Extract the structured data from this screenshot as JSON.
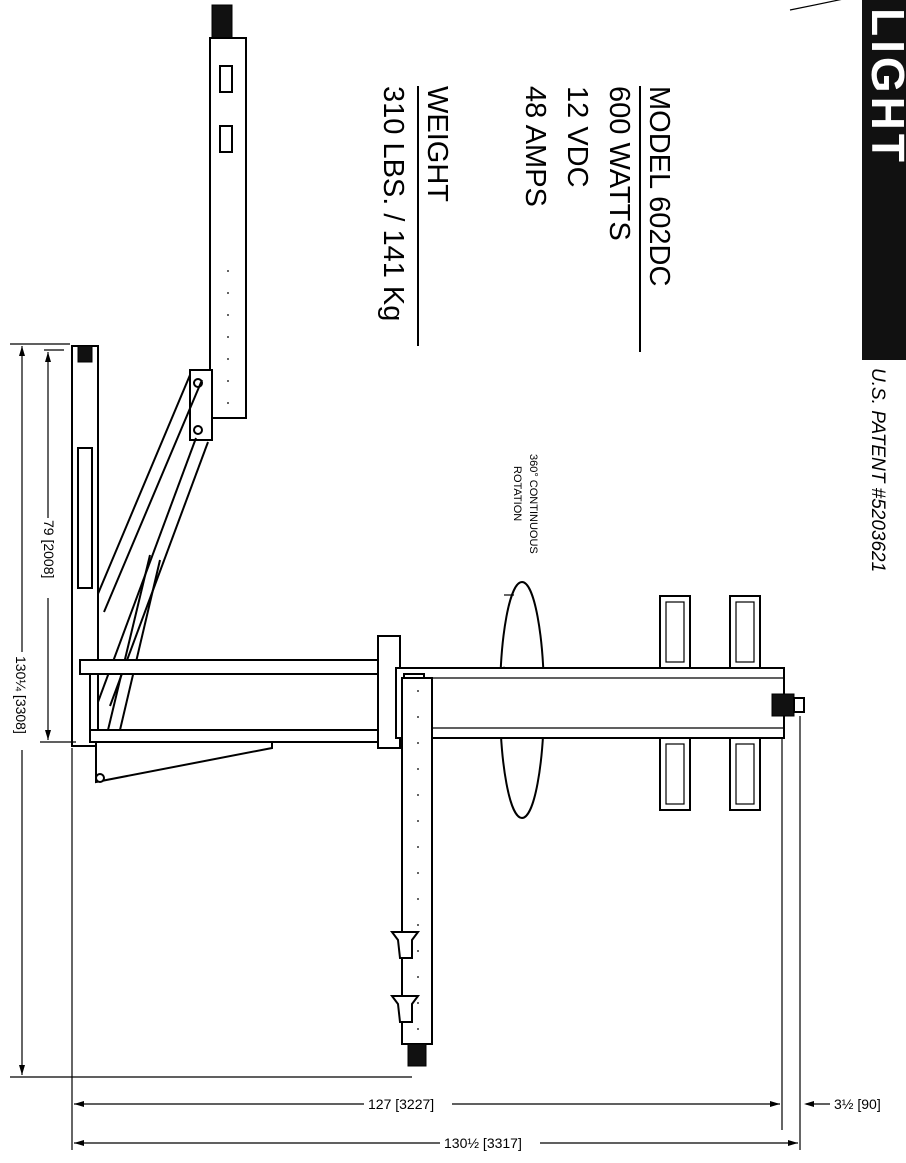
{
  "brand": {
    "logo_text": "LIGHT",
    "patent": "U.S. PATENT #5203621"
  },
  "specs": {
    "model": "MODEL 602DC",
    "watts": "600 WATTS",
    "volts": "12 VDC",
    "amps": "48 AMPS",
    "weight_label": "WEIGHT",
    "weight_value": "310 LBS. / 141 Kg"
  },
  "rotation": {
    "line1": "360° CONTINUOUS",
    "line2": "ROTATION"
  },
  "dimensions": {
    "d79": "79 [2008]",
    "d130q": "130¼ [3308]",
    "d127": "127 [3227]",
    "d130h": "130½ [3317]",
    "d3h": "3½ [90]"
  }
}
